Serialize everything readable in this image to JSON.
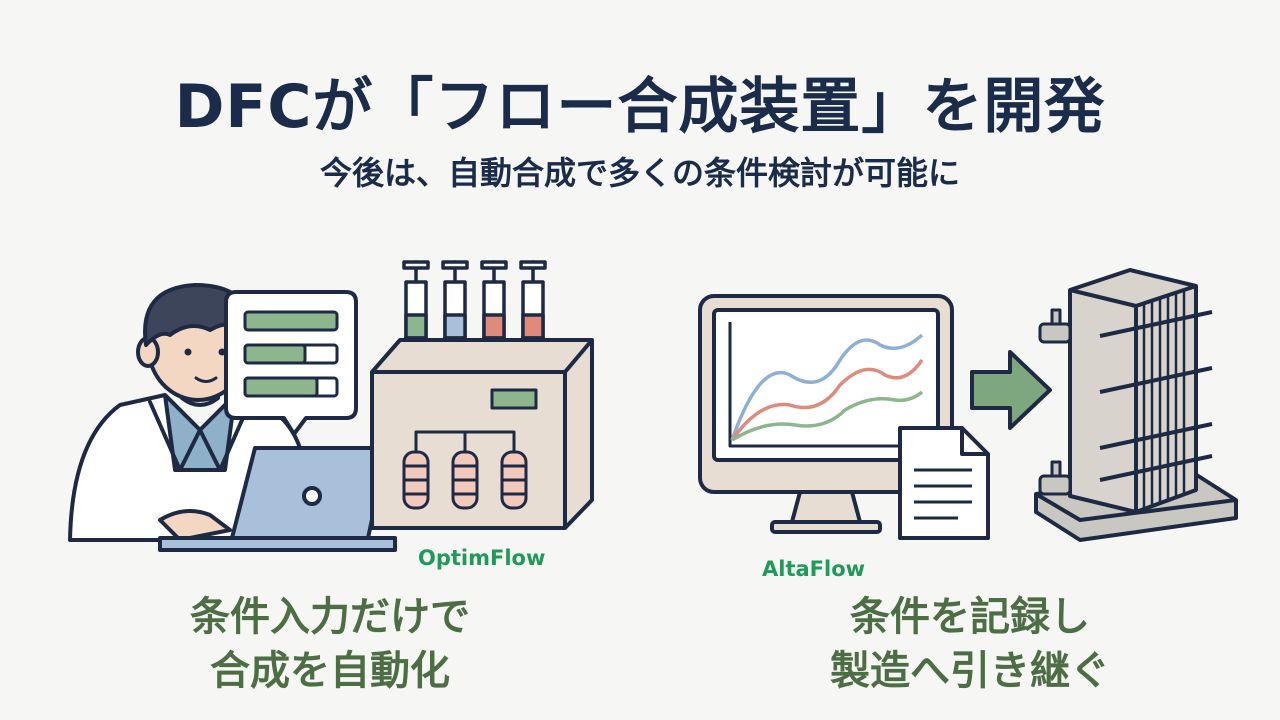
{
  "header": {
    "title": "DFCが「フロー合成装置」を開発",
    "subtitle": "今後は、自動合成で多くの条件検討が可能に"
  },
  "left_panel": {
    "product_name": "OptimFlow",
    "caption_lines": [
      "条件入力だけで",
      "合成を自動化"
    ]
  },
  "right_panel": {
    "product_name": "AltaFlow",
    "caption_lines": [
      "条件を記録し",
      "製造へ引き継ぐ"
    ]
  },
  "colors": {
    "title": "#1b2b4a",
    "caption": "#4d6e44",
    "product": "#1f9a5a",
    "line_blue": "#8fb0d6",
    "line_red": "#e08a7c",
    "line_green": "#8db58e",
    "arrow": "#7fa77f"
  },
  "icons": [
    "scientist-icon",
    "speech-bubble-icon",
    "laptop-icon",
    "syringe-icon",
    "flow-synthesizer-icon",
    "monitor-chart-icon",
    "document-icon",
    "arrow-right-icon",
    "plate-heat-exchanger-icon"
  ]
}
